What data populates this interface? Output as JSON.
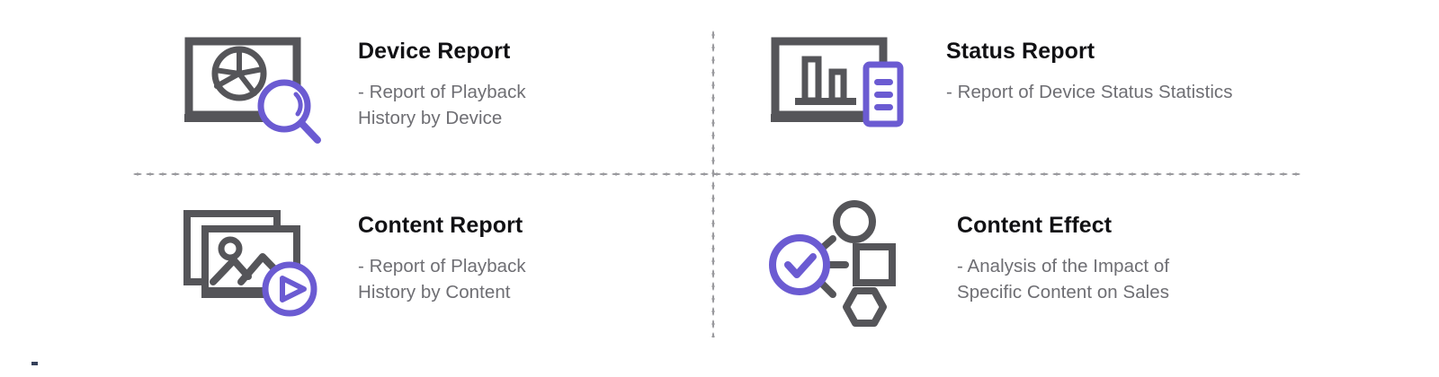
{
  "theme": {
    "background": "#ffffff",
    "icon_dark": "#555559",
    "accent_purple": "#6B5BD2",
    "title_color": "#111114",
    "desc_color": "#6e6e73",
    "divider_color": "#9a9a9e"
  },
  "cards": [
    {
      "id": "device-report",
      "title": "Device Report",
      "description": "- Report of Playback\n  History by Device",
      "icon_name": "monitor-pie-chart-magnifier-icon",
      "icon_parts": [
        "monitor",
        "pie-chart",
        "magnifying-glass"
      ]
    },
    {
      "id": "status-report",
      "title": "Status Report",
      "description": "- Report of Device Status Statistics",
      "icon_name": "monitor-bar-chart-document-icon",
      "icon_parts": [
        "monitor",
        "bar-chart",
        "document-list"
      ]
    },
    {
      "id": "content-report",
      "title": "Content Report",
      "description": "- Report of Playback\n  History by Content",
      "icon_name": "photo-stack-play-icon",
      "icon_parts": [
        "photo-stack",
        "image",
        "play-button"
      ]
    },
    {
      "id": "content-effect",
      "title": "Content Effect",
      "description": "- Analysis of the Impact of\n  Specific Content on Sales",
      "icon_name": "check-circle-nodes-icon",
      "icon_parts": [
        "check-circle",
        "circle-node",
        "square-node",
        "hexagon-node"
      ]
    }
  ],
  "dividers": {
    "horizontal_name": "horizontal-dotted-divider",
    "vertical_name": "vertical-dotted-divider"
  }
}
